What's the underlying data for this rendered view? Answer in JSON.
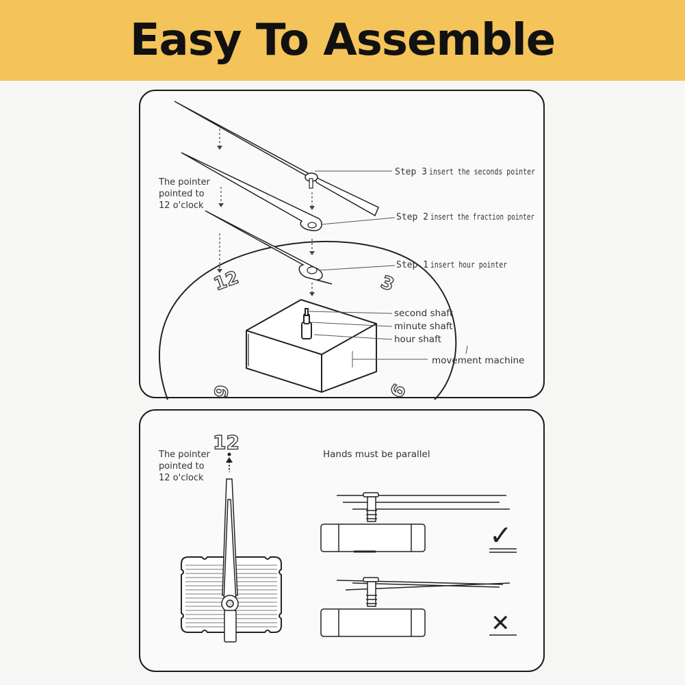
{
  "header": {
    "title": "Easy To Assemble",
    "background": "#f4c35a"
  },
  "top_panel": {
    "pointer_note": [
      "The pointer",
      "pointed to",
      "12 o'clock"
    ],
    "steps": [
      {
        "step": "Step 3",
        "text": "insert the seconds pointer"
      },
      {
        "step": "Step 2",
        "text": "insert the fraction pointer"
      },
      {
        "step": "Step 1",
        "text": "insert hour pointer"
      }
    ],
    "shafts": [
      "second shaft",
      "minute shaft",
      "hour shaft"
    ],
    "movement_label": "movement  machine",
    "dial_numbers": [
      "12",
      "3",
      "9",
      "6"
    ]
  },
  "bottom_panel": {
    "pointer_note": [
      "The pointer",
      "pointed to",
      "12 o'clock"
    ],
    "dial_number": "12",
    "parallel_note": "Hands must be parallel",
    "correct_mark": "✓",
    "wrong_mark": "✕"
  }
}
